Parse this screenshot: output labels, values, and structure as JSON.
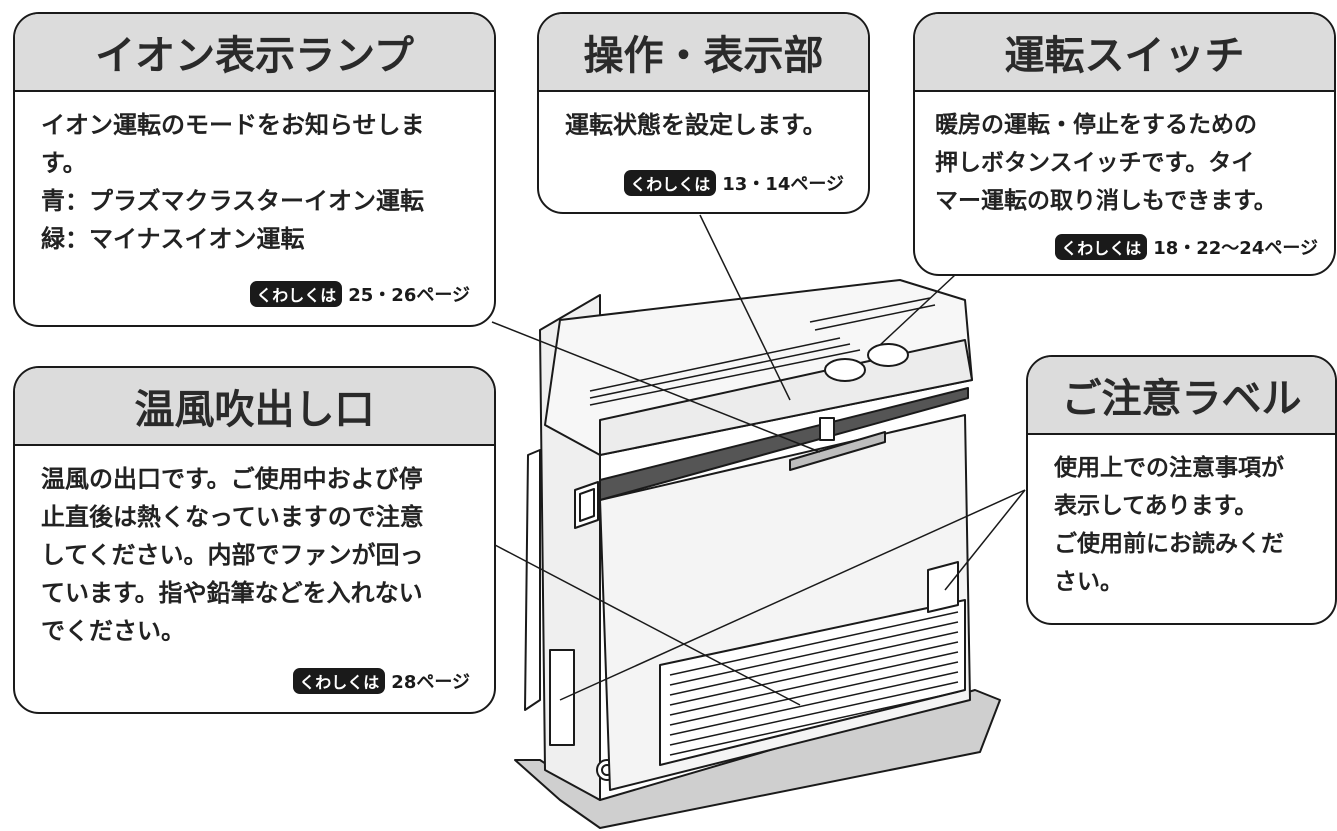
{
  "callouts": {
    "ion_lamp": {
      "title": "イオン表示ランプ",
      "lines": [
        "イオン運転のモードをお知らせしま",
        "す。",
        "青：プラズマクラスターイオン運転",
        "緑：マイナスイオン運転"
      ],
      "ref_badge": "くわしくは",
      "ref_pages": "25・26ページ"
    },
    "control_panel": {
      "title": "操作・表示部",
      "lines": [
        "運転状態を設定します。"
      ],
      "ref_badge": "くわしくは",
      "ref_pages": "13・14ページ"
    },
    "run_switch": {
      "title": "運転スイッチ",
      "lines": [
        "暖房の運転・停止をするための",
        "押しボタンスイッチです。タイ",
        "マー運転の取り消しもできます。"
      ],
      "ref_badge": "くわしくは",
      "ref_pages": "18・22～24ページ"
    },
    "warm_air_outlet": {
      "title": "温風吹出し口",
      "lines": [
        "温風の出口です。ご使用中および停",
        "止直後は熱くなっていますので注意",
        "してください。内部でファンが回っ",
        "ています。指や鉛筆などを入れない",
        "でください。"
      ],
      "ref_badge": "くわしくは",
      "ref_pages": "28ページ"
    },
    "caution_label": {
      "title": "ご注意ラベル",
      "lines": [
        "使用上での注意事項が",
        "表示してあります。",
        "ご使用前にお読みくだ",
        "さい。"
      ]
    }
  },
  "colors": {
    "header_fill": "#dcdcdc",
    "outline": "#1a1a1a",
    "heater_body": "#f4f4f4",
    "heater_band": "#555555"
  }
}
